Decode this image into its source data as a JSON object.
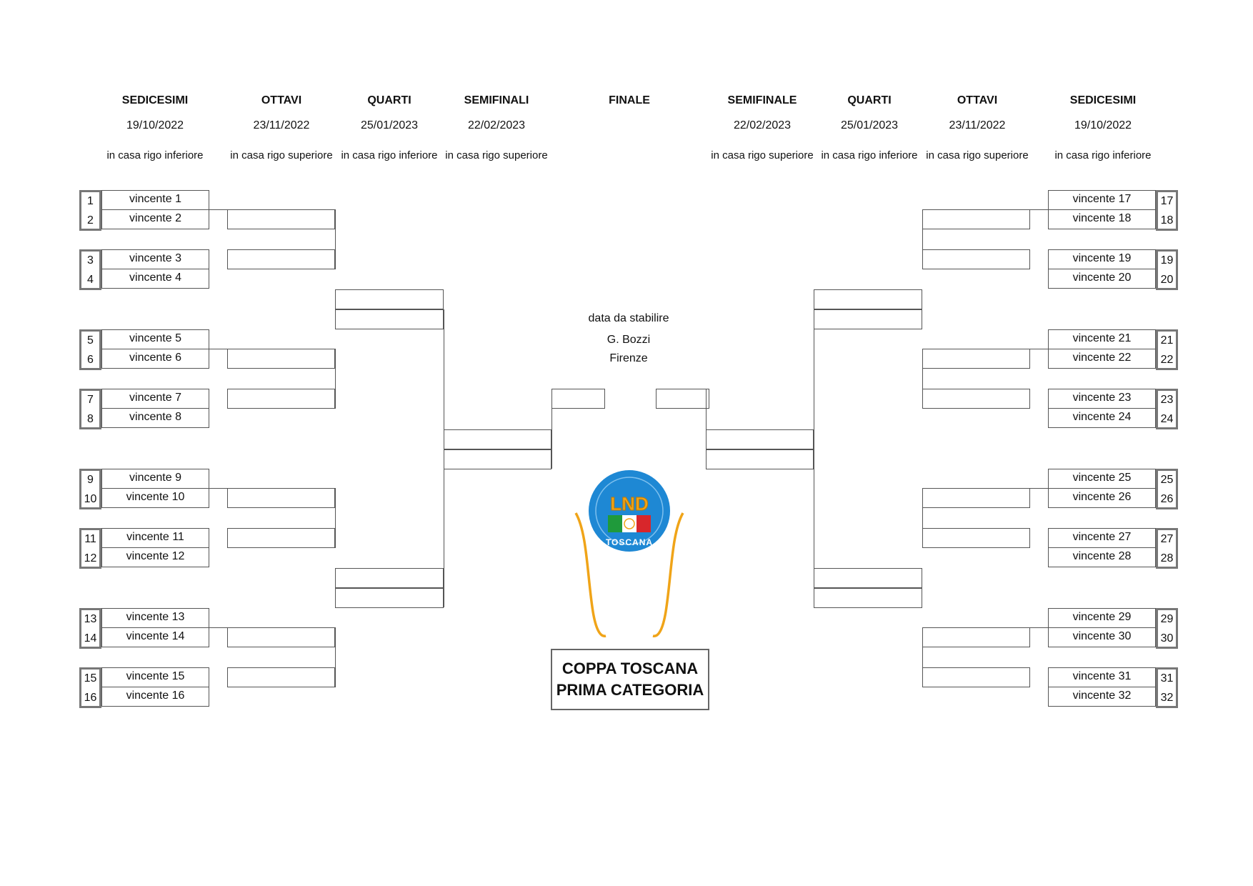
{
  "left_headers": [
    {
      "title": "SEDICESIMI",
      "date": "19/10/2022",
      "note": "in casa rigo inferiore"
    },
    {
      "title": "OTTAVI",
      "date": "23/11/2022",
      "note": "in casa rigo superiore"
    },
    {
      "title": "QUARTI",
      "date": "25/01/2023",
      "note": "in casa rigo inferiore"
    },
    {
      "title": "SEMIFINALI",
      "date": "22/02/2023",
      "note": "in casa rigo superiore"
    }
  ],
  "final_header": {
    "title": "FINALE"
  },
  "right_headers": [
    {
      "title": "SEMIFINALE",
      "date": "22/02/2023",
      "note": "in casa rigo superiore"
    },
    {
      "title": "QUARTI",
      "date": "25/01/2023",
      "note": "in casa rigo inferiore"
    },
    {
      "title": "OTTAVI",
      "date": "23/11/2022",
      "note": "in casa rigo superiore"
    },
    {
      "title": "SEDICESIMI",
      "date": "19/10/2022",
      "note": "in casa rigo inferiore"
    }
  ],
  "final_info": {
    "date": "data da stabilire",
    "venue": "G. Bozzi",
    "city": "Firenze"
  },
  "left_teams": [
    {
      "num": "1",
      "label": "vincente 1"
    },
    {
      "num": "2",
      "label": "vincente 2"
    },
    {
      "num": "3",
      "label": "vincente 3"
    },
    {
      "num": "4",
      "label": "vincente 4"
    },
    {
      "num": "5",
      "label": "vincente 5"
    },
    {
      "num": "6",
      "label": "vincente 6"
    },
    {
      "num": "7",
      "label": "vincente 7"
    },
    {
      "num": "8",
      "label": "vincente 8"
    },
    {
      "num": "9",
      "label": "vincente 9"
    },
    {
      "num": "10",
      "label": "vincente 10"
    },
    {
      "num": "11",
      "label": "vincente 11"
    },
    {
      "num": "12",
      "label": "vincente 12"
    },
    {
      "num": "13",
      "label": "vincente 13"
    },
    {
      "num": "14",
      "label": "vincente 14"
    },
    {
      "num": "15",
      "label": "vincente 15"
    },
    {
      "num": "16",
      "label": "vincente 16"
    }
  ],
  "right_teams": [
    {
      "num": "17",
      "label": "vincente 17"
    },
    {
      "num": "18",
      "label": "vincente 18"
    },
    {
      "num": "19",
      "label": "vincente 19"
    },
    {
      "num": "20",
      "label": "vincente 20"
    },
    {
      "num": "21",
      "label": "vincente 21"
    },
    {
      "num": "22",
      "label": "vincente 22"
    },
    {
      "num": "23",
      "label": "vincente 23"
    },
    {
      "num": "24",
      "label": "vincente 24"
    },
    {
      "num": "25",
      "label": "vincente 25"
    },
    {
      "num": "26",
      "label": "vincente 26"
    },
    {
      "num": "27",
      "label": "vincente 27"
    },
    {
      "num": "28",
      "label": "vincente 28"
    },
    {
      "num": "29",
      "label": "vincente 29"
    },
    {
      "num": "30",
      "label": "vincente 30"
    },
    {
      "num": "31",
      "label": "vincente 31"
    },
    {
      "num": "32",
      "label": "vincente 32"
    }
  ],
  "logo": {
    "text": "LND",
    "region": "TOSCANA",
    "primary_color": "#1e88d4",
    "accent_color": "#f0a418"
  },
  "trophy": {
    "line1": "COPPA TOSCANA",
    "line2": "PRIMA CATEGORIA"
  }
}
